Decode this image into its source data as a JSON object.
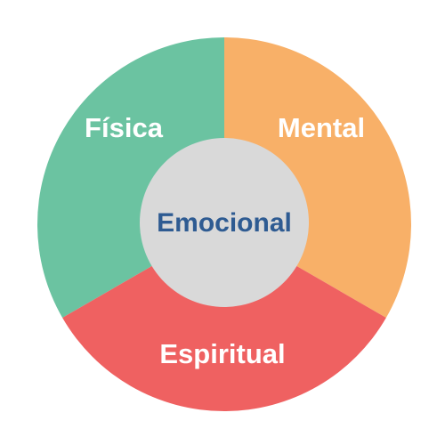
{
  "diagram": {
    "segments": [
      {
        "label": "Física",
        "color": "#6bc3a1"
      },
      {
        "label": "Mental",
        "color": "#f8b068"
      },
      {
        "label": "Espiritual",
        "color": "#ef6161"
      }
    ],
    "center": {
      "label": "Emocional",
      "fill_color": "#d9d9d9",
      "text_color": "#2e5b92"
    }
  }
}
